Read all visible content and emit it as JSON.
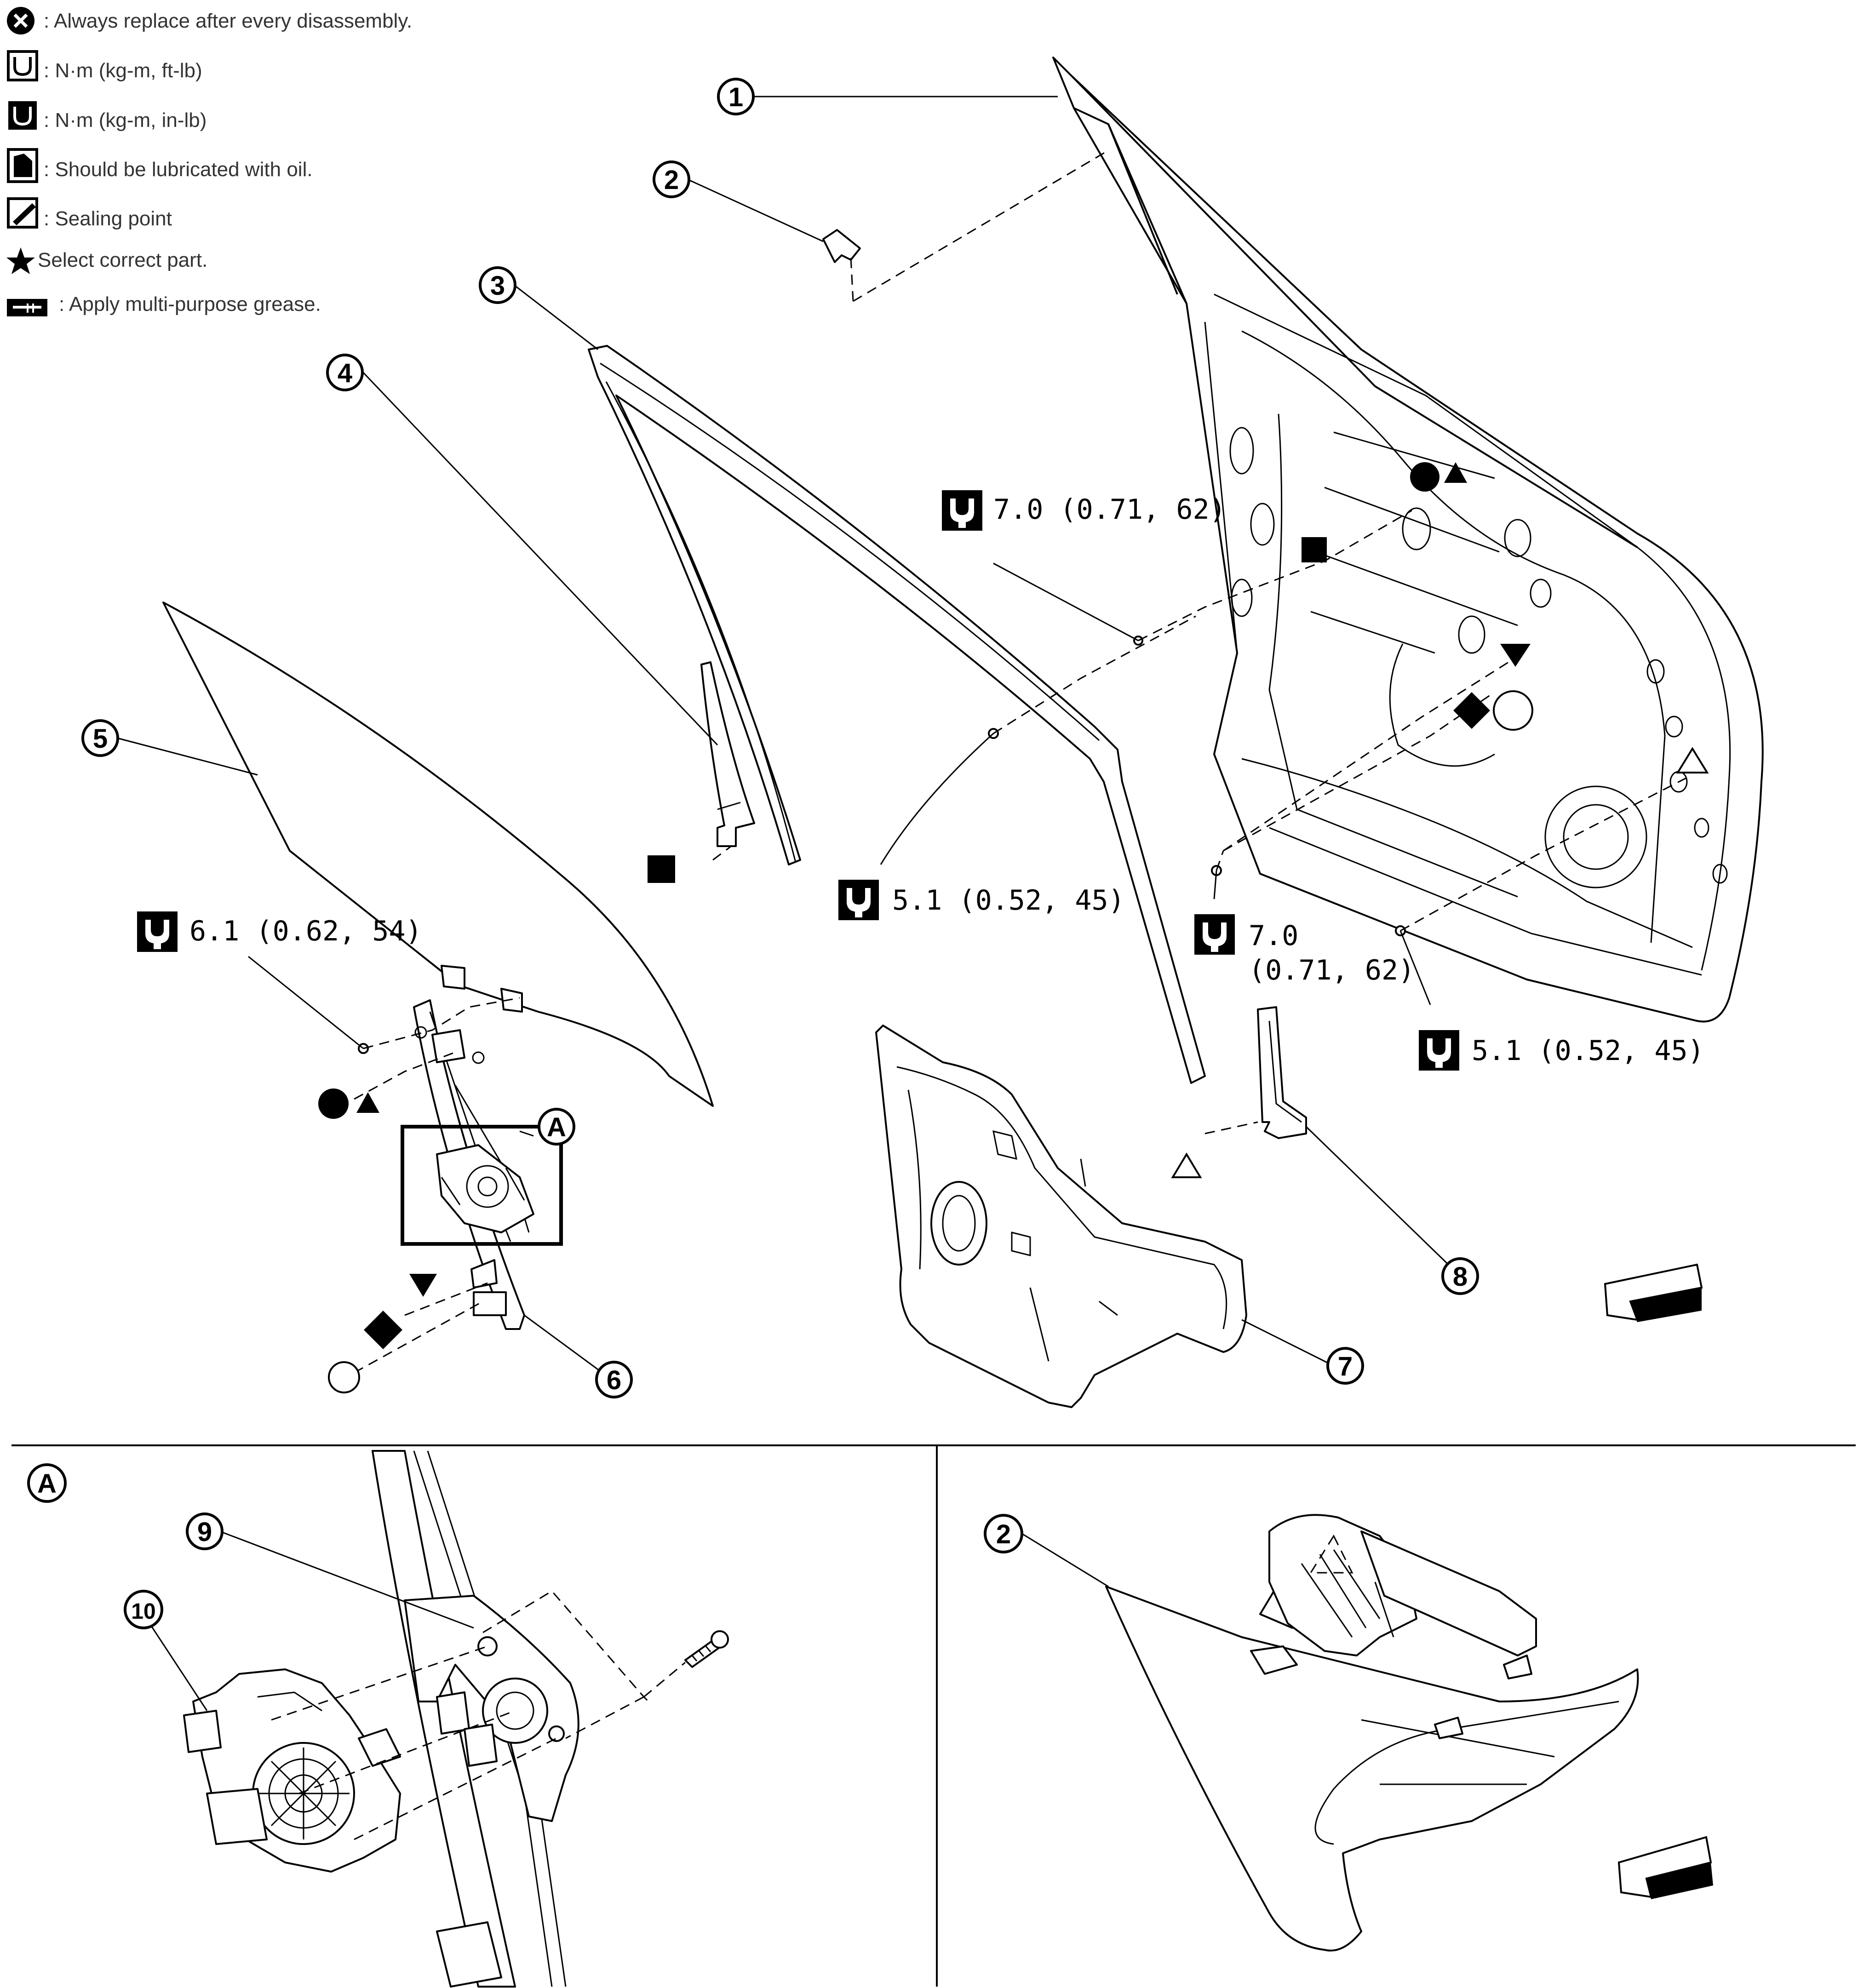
{
  "legend": [
    {
      "icon": "always-replace-icon",
      "text": ": Always replace after every disassembly."
    },
    {
      "icon": "torque-ft-lb-icon",
      "text": ": N·m (kg-m, ft-lb)"
    },
    {
      "icon": "torque-in-lb-icon",
      "text": ": N·m (kg-m, in-lb)"
    },
    {
      "icon": "oil-can-icon",
      "text": ": Should be lubricated with oil."
    },
    {
      "icon": "sealing-point-icon",
      "text": ": Sealing point"
    },
    {
      "icon": "star-icon",
      "text": "Select correct part."
    },
    {
      "icon": "grease-icon",
      "text": ": Apply multi-purpose grease."
    }
  ],
  "callouts": [
    "1",
    "2",
    "3",
    "4",
    "5",
    "6",
    "7",
    "8",
    "9",
    "10"
  ],
  "detail_label": "A",
  "torques": {
    "t1": "7.0 (0.71, 62)",
    "t2": "5.1 (0.52, 45)",
    "t3": "6.1 (0.62, 54)",
    "t4_line1": "7.0",
    "t4_line2": "(0.71, 62)",
    "t5": "5.1 (0.52, 45)"
  },
  "colors": {
    "ink": "#000000",
    "legend_text": "#333333",
    "background": "#ffffff"
  }
}
